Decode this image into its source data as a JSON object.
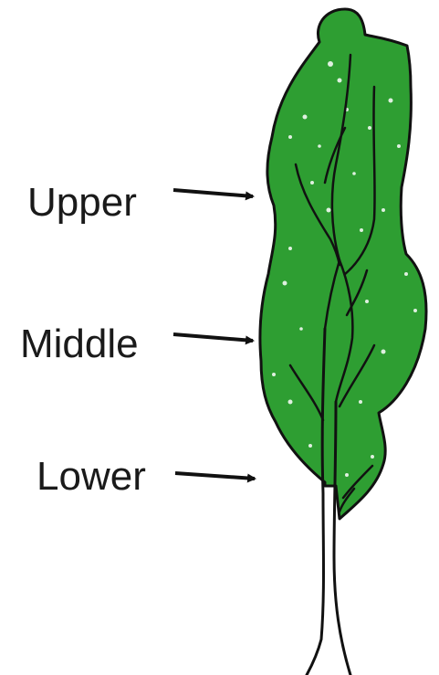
{
  "labels": {
    "upper": "Upper",
    "middle": "Middle",
    "lower": "Lower"
  },
  "colors": {
    "foliage": "#2e9e32",
    "outline": "#111111",
    "text": "#1a1a1a"
  },
  "icons": {
    "tree": "tree-icon",
    "arrows": [
      "arrow-right-icon",
      "arrow-right-icon",
      "arrow-right-icon"
    ]
  }
}
